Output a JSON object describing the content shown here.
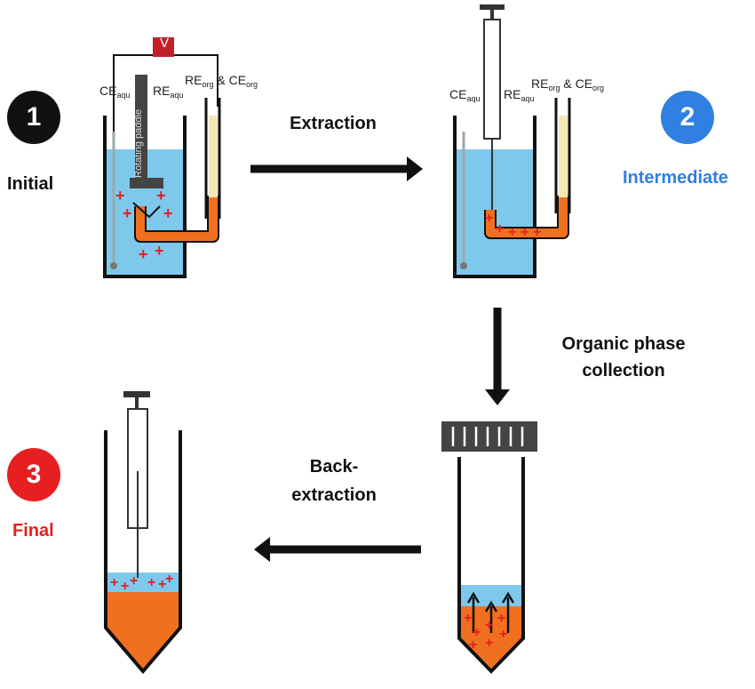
{
  "stages": {
    "initial": {
      "number": "1",
      "label": "Initial",
      "color": "#111111"
    },
    "intermediate": {
      "number": "2",
      "label": "Intermediate",
      "color": "#2f80e0"
    },
    "final": {
      "number": "3",
      "label": "Final",
      "color": "#e62020"
    }
  },
  "steps": {
    "extraction": "Extraction",
    "organic_collection_line1": "Organic phase",
    "organic_collection_line2": "collection",
    "back_extraction_line1": "Back-",
    "back_extraction_line2": "extraction"
  },
  "electrodes": {
    "ce_aqu_main": "CE",
    "ce_aqu_sub": "aqu",
    "re_aqu_main": "RE",
    "re_aqu_sub": "aqu",
    "re_org_main": "RE",
    "re_org_sub": "org",
    "amp": " & ",
    "ce_org_main": "CE",
    "ce_org_sub": "org"
  },
  "voltmeter": "V",
  "paddle_label": "Rotating paddle",
  "colors": {
    "aqueous": "#7ec8ec",
    "organic": "#f07020",
    "ion": "#e02020",
    "glass": "#111111"
  }
}
